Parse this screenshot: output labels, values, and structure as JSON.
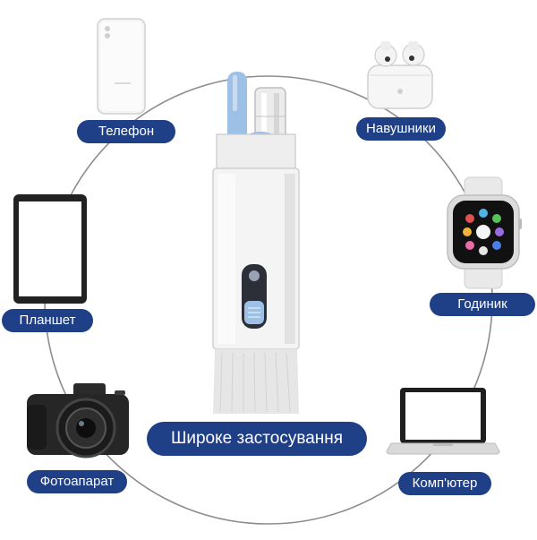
{
  "labels": {
    "phone": "Телефон",
    "earbuds": "Навушники",
    "tablet": "Планшет",
    "watch": "Годиник",
    "camera": "Фотоапарат",
    "computer": "Комп'ютер"
  },
  "banner": "Широке застосування",
  "colors": {
    "label_bg": "#1f3f86",
    "circle": "#8a8a8a",
    "accent_blue": "#9cc0e6"
  }
}
